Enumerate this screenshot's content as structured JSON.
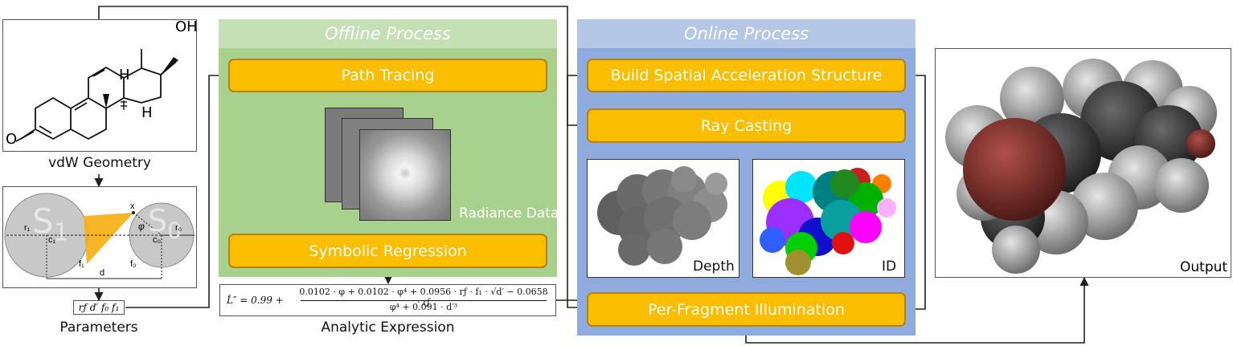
{
  "left": {
    "molecule_caption": "vdW Geometry",
    "molecule_labels": {
      "oh": "OH",
      "o": "O",
      "h_top": "H",
      "h_bottom": "H"
    },
    "geometry_labels": {
      "s1": "S",
      "s1_sub": "1",
      "s0": "S",
      "s0_sub": "0",
      "r1": "r₁",
      "c1": "c₁",
      "f1": "f₁",
      "x": "x",
      "phi": "φ",
      "c0": "c₀",
      "r0": "r₀",
      "f0": "f₀",
      "d": "d"
    },
    "params_value": "rƒ d′ f₀ f₁",
    "params_caption": "Parameters"
  },
  "offline": {
    "title": "Offline Process",
    "path_tracing": "Path Tracing",
    "radiance_label": "Radiance Data",
    "symbolic_regression": "Symbolic Regression",
    "formula_lhs": "L̂″ = 0.99 +",
    "formula_num": "0.0102 · φ + 0.0102 · φ⁴ + 0.0956 · rƒ · f₁ · √d′ − 0.0658 · rƒ",
    "formula_den": "φ⁴ + 0.091 · d′³",
    "formula_caption": "Analytic Expression"
  },
  "online": {
    "title": "Online Process",
    "build": "Build Spatial Acceleration Structure",
    "ray_casting": "Ray Casting",
    "depth_label": "Depth",
    "id_label": "ID",
    "illumination": "Per-Fragment Illumination"
  },
  "output": {
    "label": "Output"
  },
  "colors": {
    "offline_bg": "#a9d18e",
    "offline_head": "#c5e0b4",
    "online_bg": "#8faadc",
    "online_head": "#b4c7e7",
    "step_fill": "#fbbd00",
    "step_border": "#b3811a"
  }
}
